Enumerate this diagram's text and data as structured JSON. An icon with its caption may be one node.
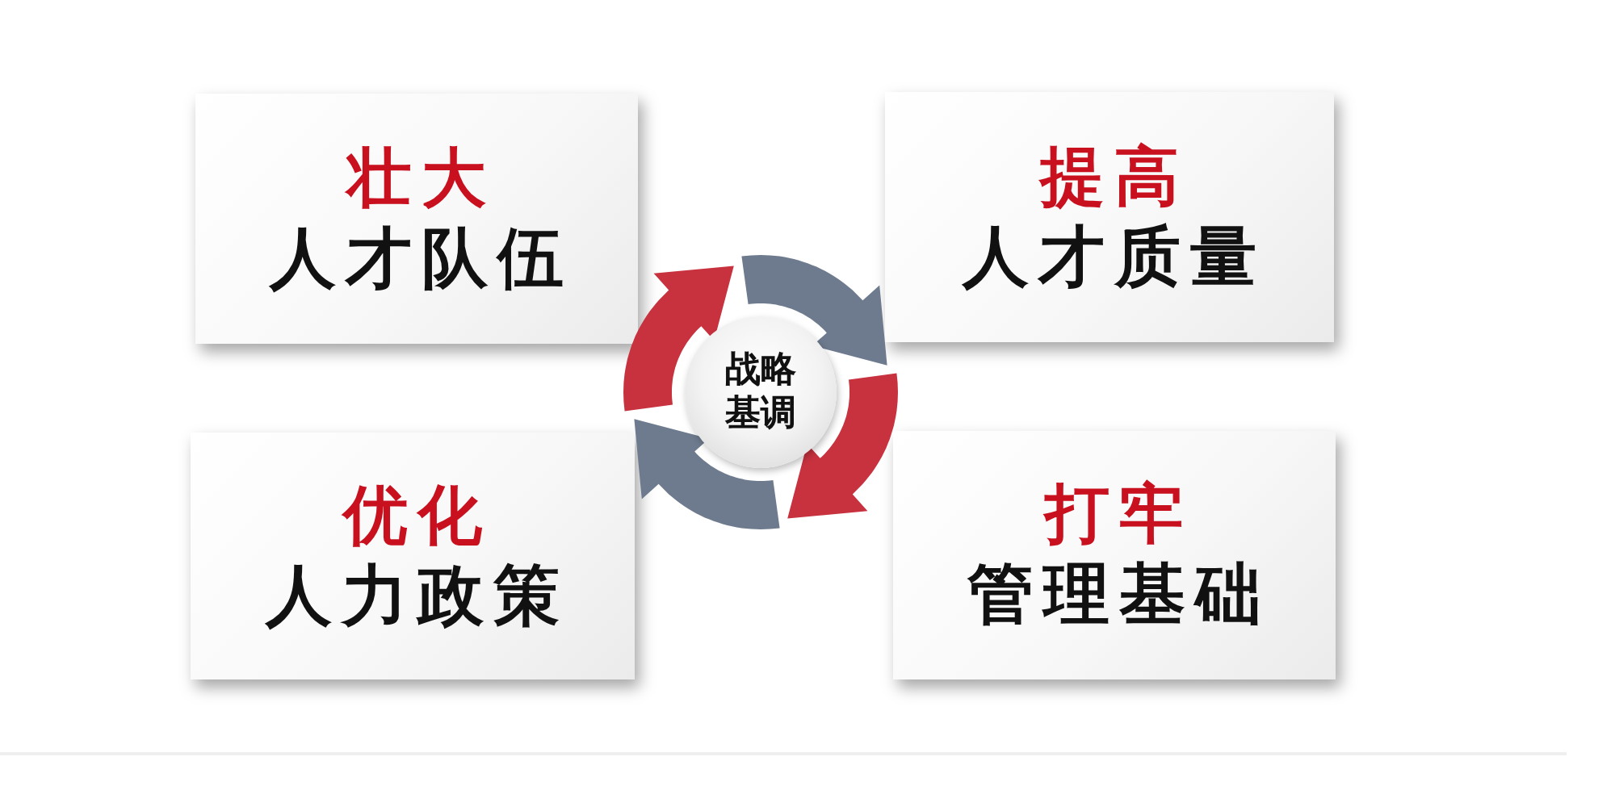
{
  "diagram": {
    "nodes": [
      {
        "text": [
          "壮大",
          "人才队伍"
        ]
      },
      {
        "text": [
          "提高",
          "人才质量"
        ]
      },
      {
        "text": [
          "战略基调"
        ]
      },
      {
        "text": [
          "优化",
          "人力政策"
        ]
      },
      {
        "text": [
          "打牢",
          "管理基础"
        ]
      }
    ]
  }
}
